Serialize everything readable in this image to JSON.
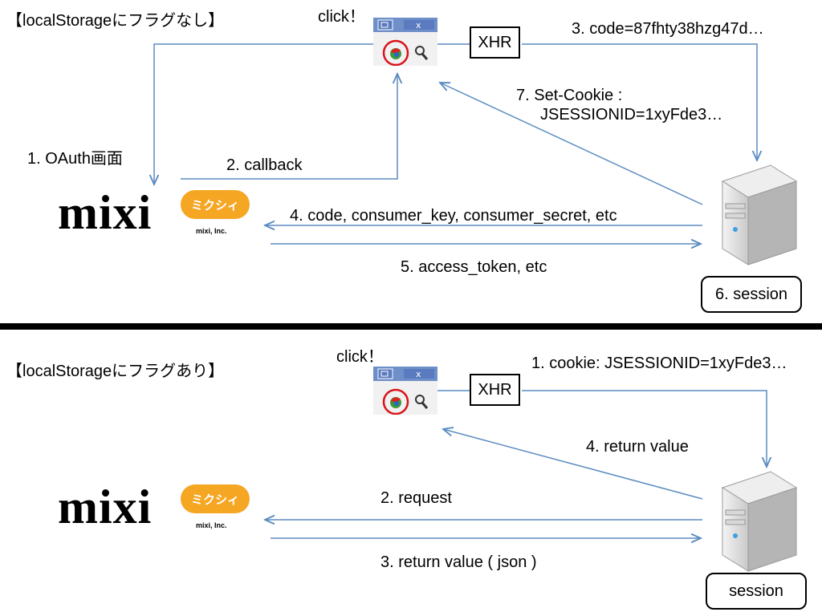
{
  "top": {
    "title": "【localStorageにフラグなし】",
    "click": "click！",
    "xhr": "XHR",
    "step1": "1. OAuth画面",
    "step2": "2. callback",
    "step3": "3. code=87fhty38hzg47d…",
    "step4": "4. code, consumer_key, consumer_secret, etc",
    "step5": "5. access_token, etc",
    "step6": "6. session",
    "step7_line1": "7. Set-Cookie :",
    "step7_line2": "JSESSIONID=1xyFde3…"
  },
  "bottom": {
    "title": "【localStorageにフラグあり】",
    "click": "click！",
    "xhr": "XHR",
    "step1": "1. cookie: JSESSIONID=1xyFde3…",
    "step2": "2. request",
    "step3": "3. return value ( json )",
    "step4": "4. return value",
    "session": "session"
  },
  "logo": {
    "wordmark": "mixi",
    "badge": "ミクシィ",
    "company": "mixi, Inc."
  },
  "colors": {
    "arrow": "#5b8cc0",
    "divider": "#000000",
    "logo_orange": "#f5a623",
    "highlight_circle": "#d9141b"
  },
  "icons": [
    "browser-toolbar-icon",
    "server-icon",
    "mixi-logo"
  ]
}
